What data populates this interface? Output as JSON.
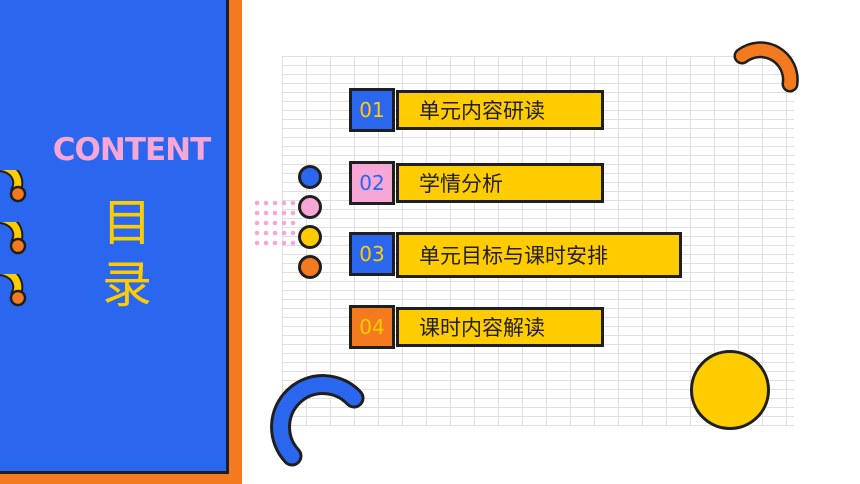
{
  "panel": {
    "title_en": "CONTENT",
    "title_cn_1": "目",
    "title_cn_2": "录"
  },
  "menu": [
    {
      "number": "01",
      "label": "单元内容研读"
    },
    {
      "number": "02",
      "label": "学情分析"
    },
    {
      "number": "03",
      "label": "单元目标与课时安排"
    },
    {
      "number": "04",
      "label": "课时内容解读"
    }
  ],
  "colors": {
    "blue": "#2a66ee",
    "orange": "#f47a1f",
    "yellow": "#ffcc00",
    "pink": "#f6a7d6",
    "outline": "#1f1f1f"
  }
}
